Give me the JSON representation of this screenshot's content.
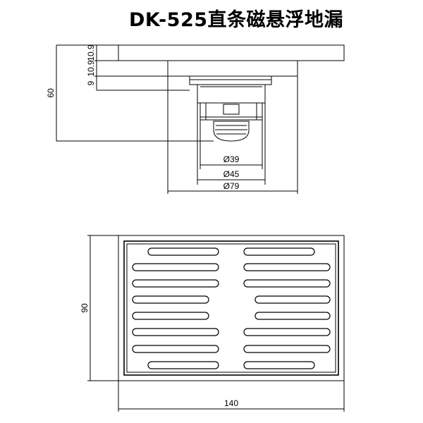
{
  "title": "DK-525直条磁悬浮地漏",
  "side_view": {
    "dims": {
      "total_height": "60",
      "flange": "10.9",
      "step": "10.9",
      "neck": "9",
      "d_inner": "Ø39",
      "d_mid": "Ø45",
      "d_outer": "Ø79"
    }
  },
  "top_view": {
    "dims": {
      "width": "140",
      "height": "90"
    },
    "left_slots": 8,
    "right_slots": 8
  }
}
